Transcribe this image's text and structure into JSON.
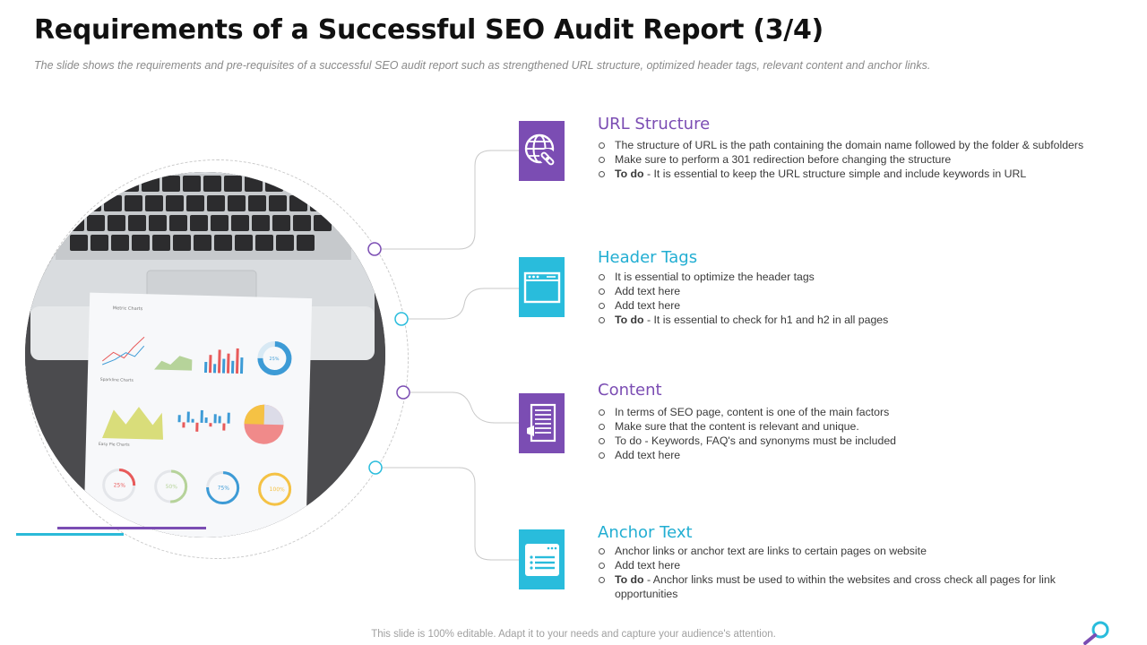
{
  "header": {
    "title": "Requirements of a Successful SEO Audit Report (3/4)",
    "subtitle": "The slide shows the requirements and pre-requisites of a successful SEO audit report such as strengthened URL structure, optimized header tags, relevant content and anchor links."
  },
  "colors": {
    "purple": "#7b4db3",
    "cyan": "#29bcdc"
  },
  "photo": {
    "report_title": "Metric Charts",
    "sparkline_label": "Sparkline Charts",
    "pie_label": "Easy Pie Charts",
    "donut_value": "25%",
    "gauges": [
      "25%",
      "50%",
      "75%",
      "100%"
    ]
  },
  "items": [
    {
      "title": "URL Structure",
      "icon": "globe-link-icon",
      "bullets": [
        {
          "bold": "",
          "text": "The structure of URL is the path containing the domain name followed by the folder & subfolders"
        },
        {
          "bold": "",
          "text": "Make sure to perform a 301 redirection before changing the structure"
        },
        {
          "bold": "To do",
          "text": " - It is essential to keep the URL structure simple and include keywords in URL"
        }
      ]
    },
    {
      "title": "Header Tags",
      "icon": "browser-window-icon",
      "bullets": [
        {
          "bold": "",
          "text": "It is essential to optimize the header tags"
        },
        {
          "bold": "",
          "text": "Add text here"
        },
        {
          "bold": "",
          "text": "Add text here"
        },
        {
          "bold": "To do",
          "text": " - It is essential to check for h1 and h2 in all pages"
        }
      ]
    },
    {
      "title": "Content",
      "icon": "content-document-icon",
      "bullets": [
        {
          "bold": "",
          "text": "In terms of SEO page, content is one of the main factors"
        },
        {
          "bold": "",
          "text": "Make sure that the content is relevant and unique."
        },
        {
          "bold": "",
          "text": "To do - Keywords, FAQ's and synonyms must be included"
        },
        {
          "bold": "",
          "text": "Add text here"
        }
      ]
    },
    {
      "title": "Anchor Text",
      "icon": "list-window-icon",
      "bullets": [
        {
          "bold": "",
          "text": "Anchor links or anchor text are links to certain pages on website"
        },
        {
          "bold": "",
          "text": "Add text here"
        },
        {
          "bold": "To do",
          "text": " - Anchor links must be used to within the websites and cross check all pages for link opportunities"
        }
      ]
    }
  ],
  "footer": {
    "text": "This slide is 100% editable. Adapt it to your needs and capture your audience's attention."
  }
}
